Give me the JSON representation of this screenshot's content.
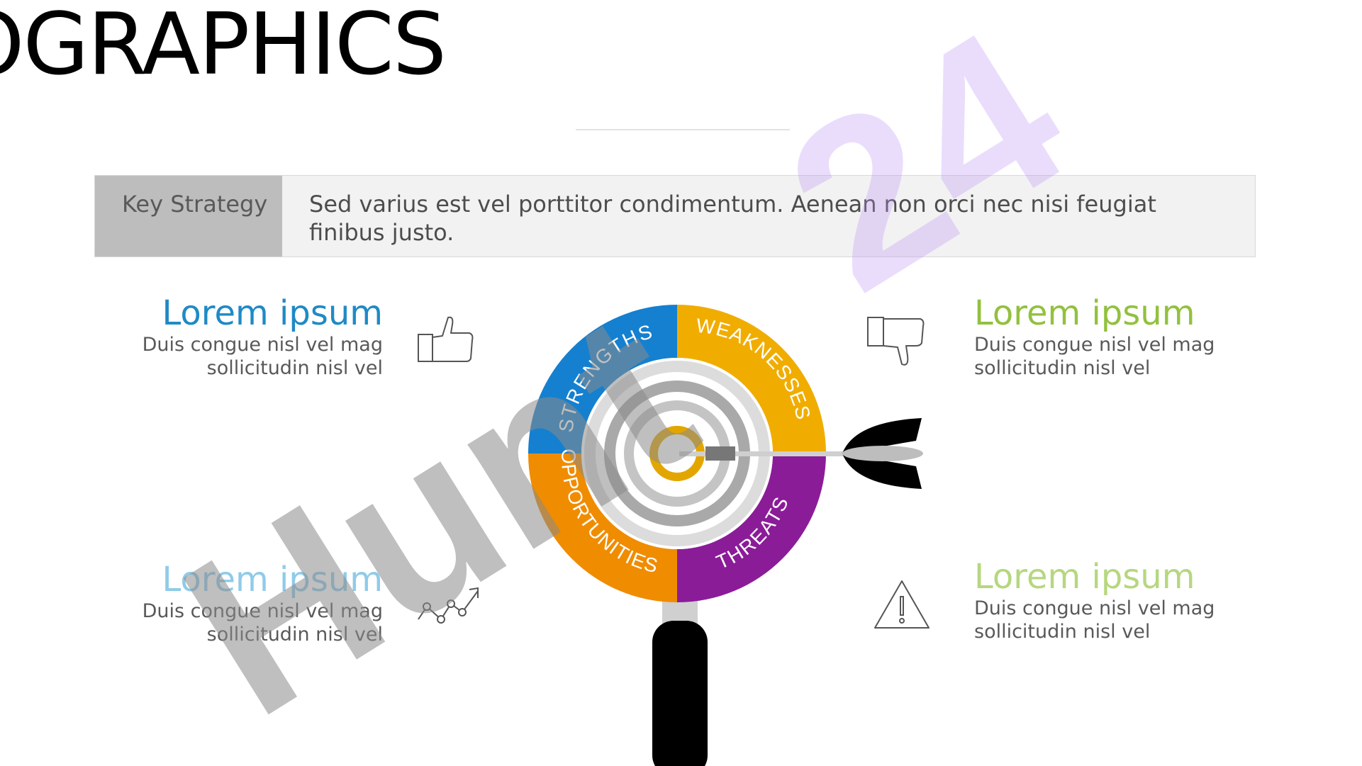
{
  "slide": {
    "title": "OGRAPHICS"
  },
  "strategy": {
    "label": "Key Strategy",
    "text": "Sed varius est vel porttitor condimentum. Aenean non orci nec nisi feugiat finibus justo."
  },
  "blocks": {
    "strengths": {
      "heading": "Lorem ipsum",
      "line1": "Duis congue nisl vel mag",
      "line2": "sollicitudin nisl vel",
      "color": "#1f8ac6"
    },
    "weaknesses": {
      "heading": "Lorem ipsum",
      "line1": "Duis congue nisl vel mag",
      "line2": "sollicitudin nisl vel",
      "color": "#92c13e"
    },
    "opportunities": {
      "heading": "Lorem ipsum",
      "line1": "Duis congue nisl vel mag",
      "line2": "sollicitudin nisl vel",
      "color": "#8fcbe9"
    },
    "threats": {
      "heading": "Lorem ipsum",
      "line1": "Duis congue nisl vel mag",
      "line2": "sollicitudin nisl vel",
      "color": "#b6d77f"
    }
  },
  "wheel": {
    "strengths": "STRENGTHS",
    "weaknesses": "WEAKNESSES",
    "opportunities": "OPPORTUNITIES",
    "threats": "THREATS",
    "colors": {
      "strengths": "#1580cf",
      "weaknesses": "#f0ad00",
      "opportunities": "#f08c00",
      "threats": "#8b1c98"
    }
  },
  "icons": {
    "strengths": "thumbs-up-icon",
    "weaknesses": "thumbs-down-icon",
    "opportunities": "trend-chart-icon",
    "threats": "warning-icon"
  },
  "watermark": {
    "text": "Hunt",
    "number": "24"
  }
}
